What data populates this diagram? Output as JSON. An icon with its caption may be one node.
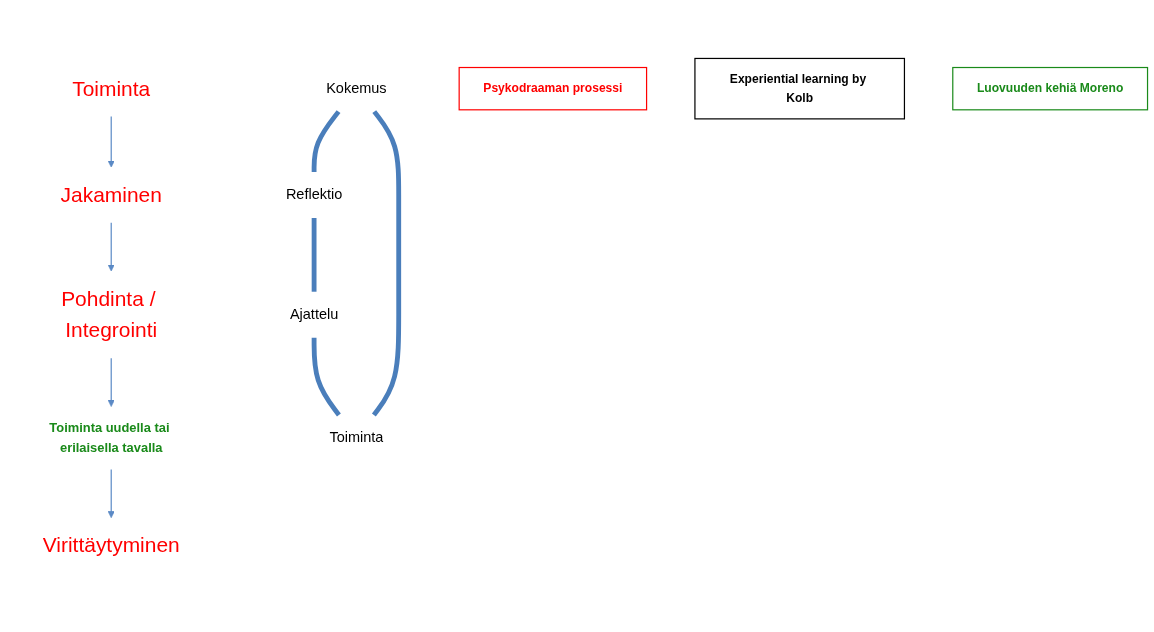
{
  "diagram": {
    "nodes": [
      {
        "text": [
          "Virittäytyminen"
        ]
      },
      {
        "text": [
          "Toiminta"
        ]
      },
      {
        "text": [
          "Kokemus"
        ]
      },
      {
        "text": [
          "Psykodraaman prosessi"
        ]
      },
      {
        "text": [
          "Toiminta uudella tai erilaisella tavalla"
        ]
      },
      {
        "text": [
          "Toiminta"
        ]
      },
      {
        "text": [
          "Experiential learning by Kolb"
        ]
      },
      {
        "text": [
          "Reflektio"
        ]
      },
      {
        "text": [
          "Jakaminen"
        ]
      },
      {
        "text": [
          "Luovuuden kehiä Moreno"
        ]
      },
      {
        "text": [
          "Ajattelu"
        ]
      },
      {
        "text": [
          "Pohdinta / Integrointi"
        ]
      }
    ],
    "edges": [
      {
        "from": 4,
        "to": 0,
        "arrow": "to"
      },
      {
        "from": 1,
        "to": 8,
        "arrow": "to"
      },
      {
        "from": 8,
        "to": 11,
        "arrow": "to"
      },
      {
        "from": 11,
        "to": 4,
        "arrow": "to"
      },
      {
        "from": 2,
        "to": 7,
        "arrow": "none",
        "style": "thick"
      },
      {
        "from": 7,
        "to": 10,
        "arrow": "none",
        "style": "thick"
      },
      {
        "from": 10,
        "to": 5,
        "arrow": "none",
        "style": "thick"
      },
      {
        "from": 5,
        "to": 2,
        "arrow": "none",
        "style": "thick"
      }
    ]
  }
}
